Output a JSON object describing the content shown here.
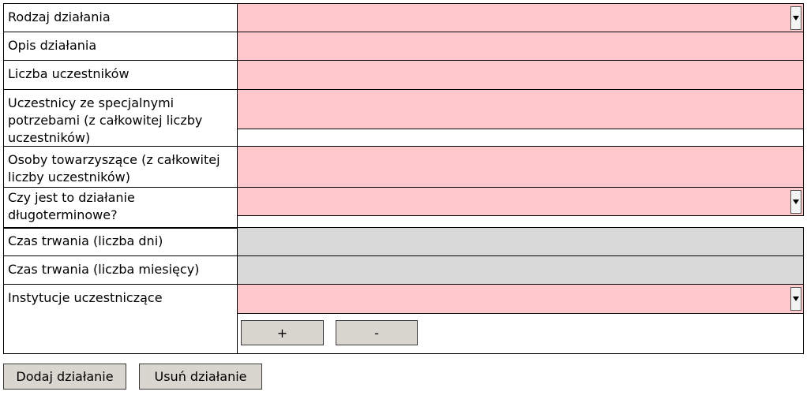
{
  "form": {
    "rows": [
      {
        "label": "Rodzaj działania",
        "control": "dropdown"
      },
      {
        "label": "Opis działania",
        "control": "text"
      },
      {
        "label": "Liczba uczestników",
        "control": "text"
      },
      {
        "label": "Uczestnicy ze specjalnymi potrzebami (z całkowitej liczby uczestników)",
        "control": "text"
      },
      {
        "label": "Osoby towarzyszące (z całkowitej liczby uczestników)",
        "control": "text"
      },
      {
        "label": "Czy jest to działanie długoterminowe?",
        "control": "dropdown"
      },
      {
        "label": "Czas trwania (liczba dni)",
        "control": "readonly"
      },
      {
        "label": "Czas trwania (liczba miesięcy)",
        "control": "readonly"
      },
      {
        "label": "Instytucje uczestniczące",
        "control": "dropdown"
      }
    ],
    "institutions_add_label": "+",
    "institutions_remove_label": "-"
  },
  "actions": {
    "add_activity_label": "Dodaj działanie",
    "remove_activity_label": "Usuń działanie"
  },
  "colors": {
    "required_field": "#ffc8cc",
    "readonly_field": "#d9d9d9",
    "button": "#d9d5cf"
  },
  "icons": {
    "dropdown": "chevron-down-icon"
  }
}
